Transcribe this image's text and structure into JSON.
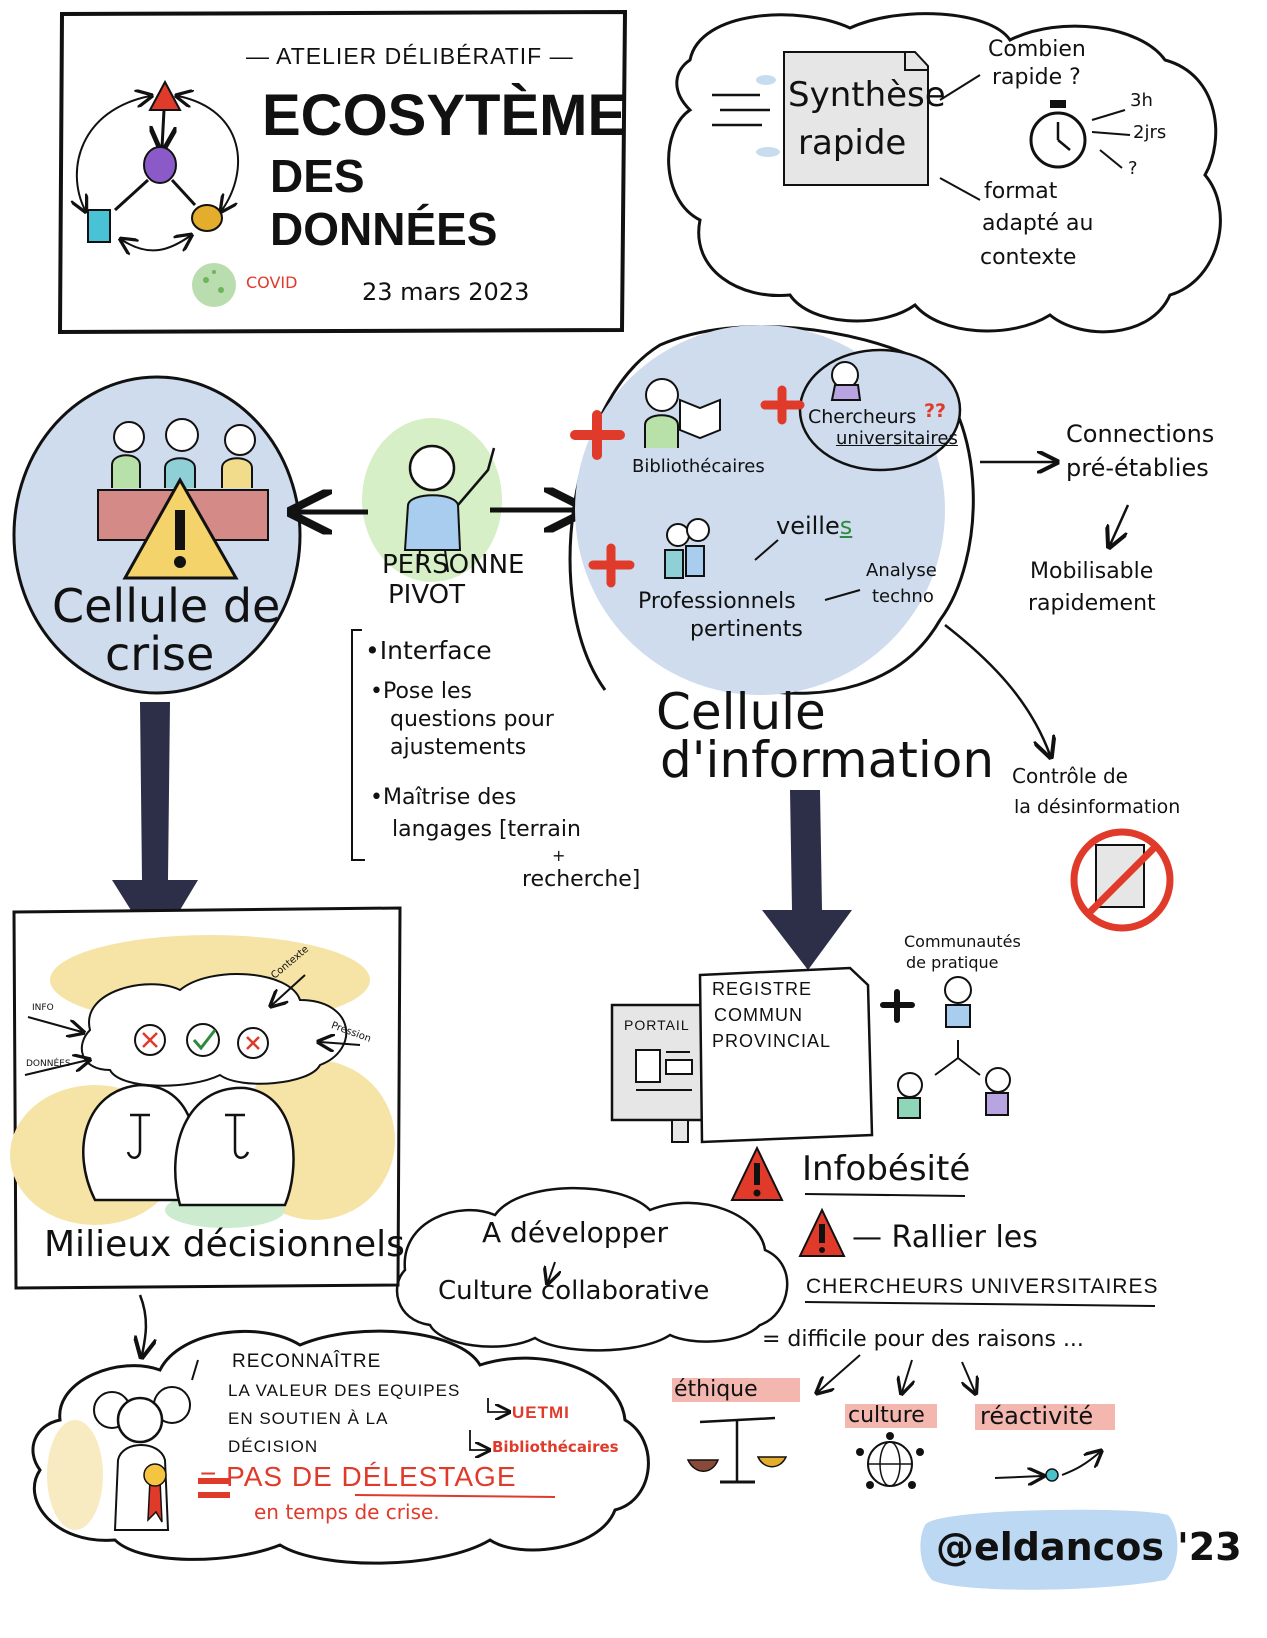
{
  "title_box": {
    "kicker": "— ATELIER DÉLIBÉRATIF —",
    "title_line1": "ECOSYTÈME",
    "title_line2": "DES",
    "title_line3": "DONNÉES",
    "covid_label": "COVID",
    "date": "23 mars 2023"
  },
  "synthese": {
    "label_line1": "Synthèse",
    "label_line2": "rapide",
    "question_line1": "Combien",
    "question_line2": "rapide ?",
    "opt1": "3h",
    "opt2": "2jrs",
    "opt3": "?",
    "format_line1": "format",
    "format_line2": "adapté au",
    "format_line3": "contexte"
  },
  "cellule_crise": {
    "line1": "Cellule de",
    "line2": "crise"
  },
  "pivot": {
    "line1": "PERSONNE",
    "line2": "PIVOT",
    "bullets": [
      "•Interface",
      "•Pose les",
      "questions pour",
      "ajustements",
      "•Maîtrise des",
      "langages [terrain",
      "+",
      "recherche]"
    ]
  },
  "cellule_info": {
    "biblio": "Bibliothécaires",
    "chercheurs_line1": "Chercheurs",
    "chercheurs_qq": "??",
    "chercheurs_line2": "universitaires",
    "veilles_base": "veille",
    "veilles_s": "s",
    "analyse_line1": "Analyse",
    "analyse_line2": "techno",
    "pro_line1": "Professionnels",
    "pro_line2": "pertinents",
    "title_line1": "Cellule",
    "title_line2": "d'information"
  },
  "right_notes": {
    "connections_line1": "Connections",
    "connections_line2": "pré-établies",
    "mobilisable_line1": "Mobilisable",
    "mobilisable_line2": "rapidement",
    "controle_line1": "Contrôle de",
    "controle_line2": "la désinformation"
  },
  "milieux": {
    "info": "INFO",
    "donnees": "DONNÉES",
    "contexte": "Contexte",
    "pression": "Pression",
    "label": "Milieux décisionnels"
  },
  "developper": {
    "line1": "A développer",
    "line2": "Culture collaborative"
  },
  "registre": {
    "portail": "PORTAIL",
    "line1": "REGISTRE",
    "line2": "COMMUN",
    "line3": "PROVINCIAL",
    "communautes_line1": "Communautés",
    "communautes_line2": "de pratique"
  },
  "infobesite": "Infobésité",
  "rallier": {
    "line1": "— Rallier les",
    "line2": "CHERCHEURS UNIVERSITAIRES",
    "line3": "= difficile pour des raisons ...",
    "ethique": "éthique",
    "culture": "culture",
    "reactivite": "réactivité"
  },
  "reconnaitre": {
    "line1": "RECONNAÎTRE",
    "line2": "LA VALEUR DES EQUIPES",
    "line3": "EN SOUTIEN À LA",
    "line4": "DÉCISION",
    "uetmi": "UETMI",
    "biblio": "Bibliothécaires",
    "pas_de": "= PAS DE DÉLESTAGE",
    "en_temps": "en temps de crise."
  },
  "signature": "@eldancos '23",
  "colors": {
    "ink": "#111111",
    "red": "#e03a2a",
    "bubble_blue": "#cfdcee",
    "pivot_green": "#d6efc6",
    "milieux_yellow": "#f6e3a6",
    "signature_blue": "#bcd8f3",
    "navy_arrow": "#2c2f47",
    "warning_yellow": "#f5d36b",
    "crise_table": "#d48a86"
  }
}
